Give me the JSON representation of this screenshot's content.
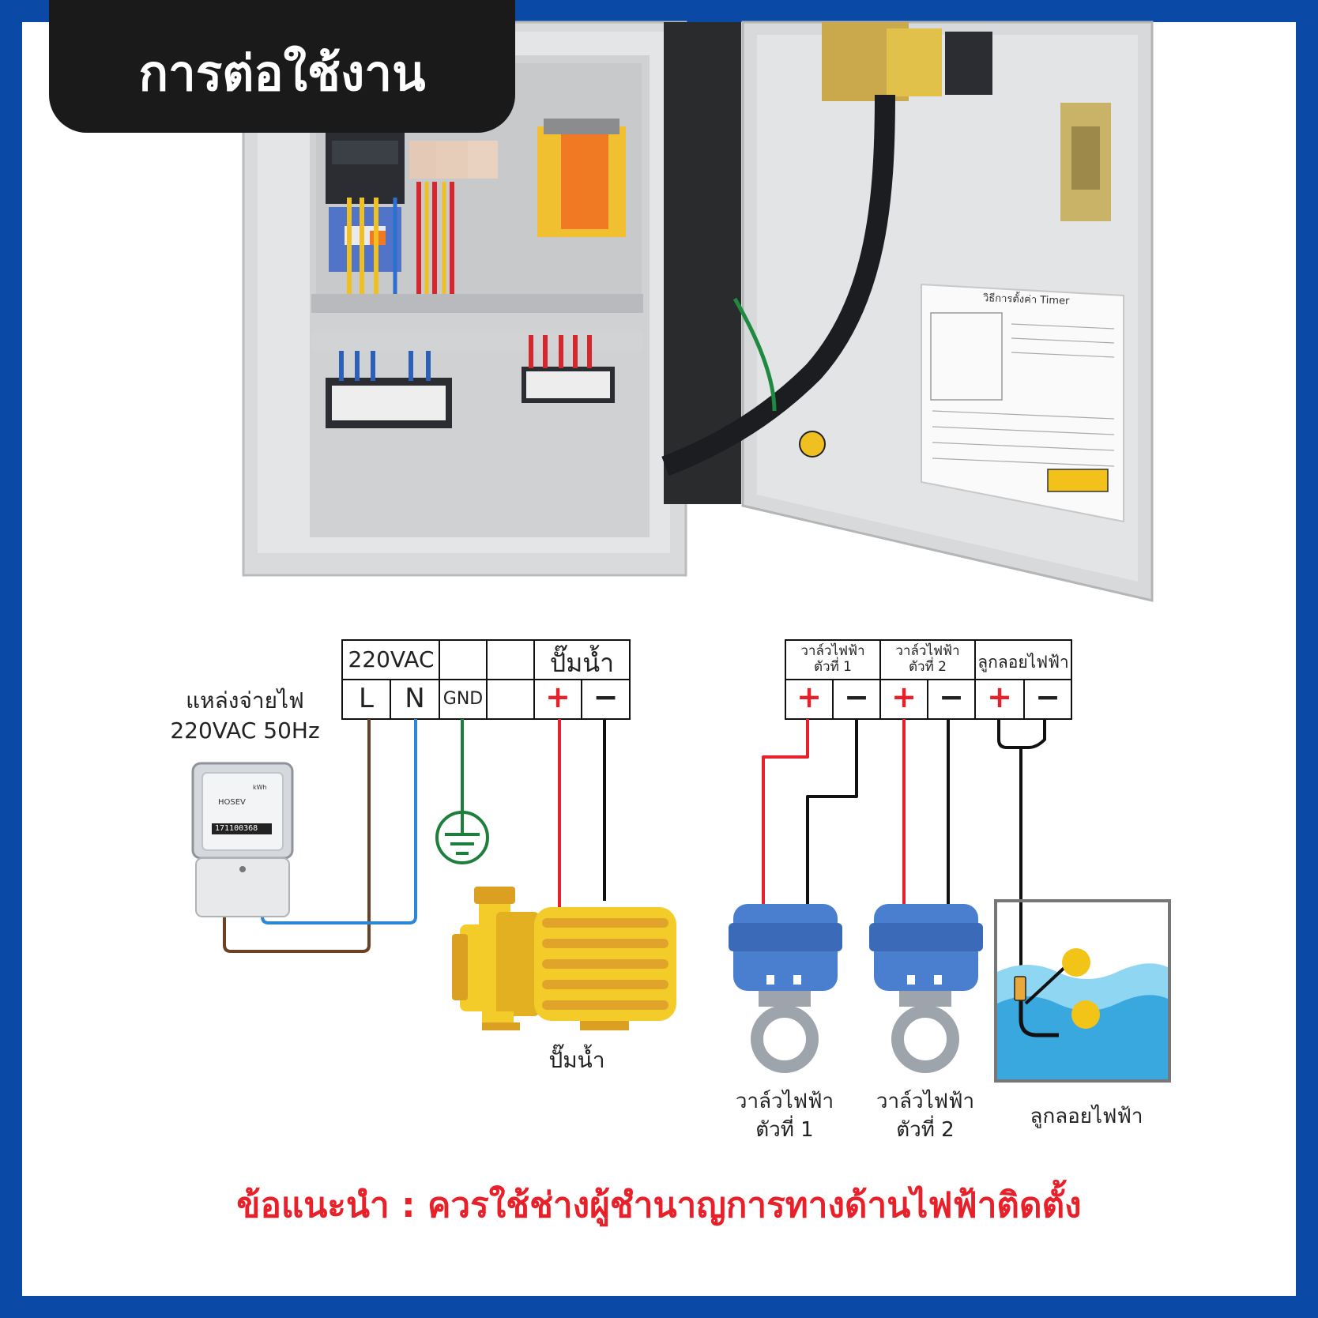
{
  "header": {
    "title": "การต่อใช้งาน"
  },
  "colors": {
    "frame": "#0a4aa6",
    "brown": "#6b4226",
    "blue": "#2c86d6",
    "green": "#1e7f3c",
    "red": "#e8202a",
    "black": "#111111",
    "note": "#e8202a",
    "pump": "#f4cc2a",
    "valve": "#4a7fcf",
    "water": "#5fc2ec"
  },
  "power_block": {
    "header_220vac": "220VAC",
    "header_pump": "ปั๊มน้ำ",
    "terminal_l": "L",
    "terminal_n": "N",
    "terminal_gnd": "GND",
    "terminal_plus": "+",
    "terminal_minus": "−"
  },
  "io_block": {
    "valve1_line1": "วาล์วไฟฟ้า",
    "valve1_line2": "ตัวที่ 1",
    "valve2_line1": "วาล์วไฟฟ้า",
    "valve2_line2": "ตัวที่ 2",
    "float_header": "ลูกลอยไฟฟ้า",
    "plus": "+",
    "minus": "−"
  },
  "supply": {
    "line1": "แหล่งจ่ายไฟ",
    "line2": "220VAC 50Hz"
  },
  "meter": {
    "brand": "HOSEV",
    "unit": "kWh",
    "serial": "171100368"
  },
  "timer_sheet": {
    "title": "วิธีการตั้งค่า Timer"
  },
  "labels": {
    "pump": "ปั๊มน้ำ",
    "valve1_line1": "วาล์วไฟฟ้า",
    "valve1_line2": "ตัวที่ 1",
    "valve2_line1": "วาล์วไฟฟ้า",
    "valve2_line2": "ตัวที่ 2",
    "float": "ลูกลอยไฟฟ้า"
  },
  "note": "ข้อแนะนำ : ควรใช้ช่างผู้ชำนาญการทางด้านไฟฟ้าติดตั้ง"
}
